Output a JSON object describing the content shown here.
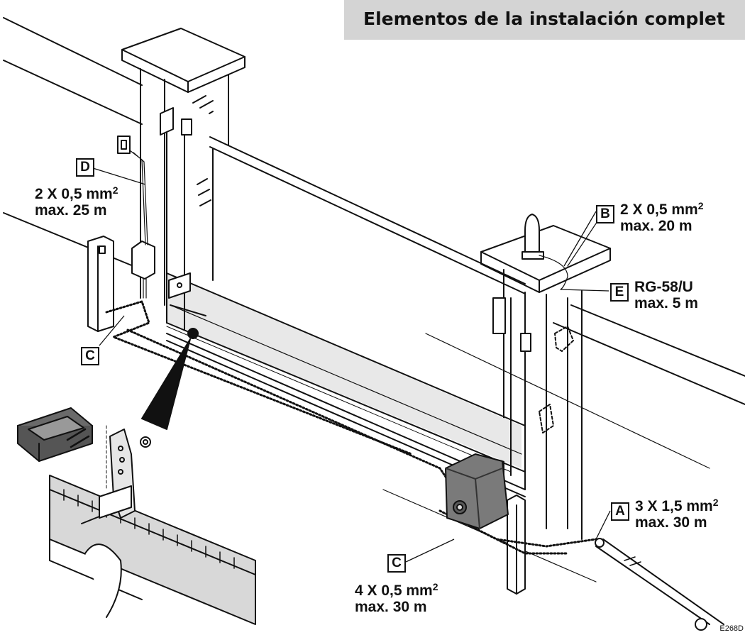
{
  "header": {
    "title": "Elementos de la instalación complet"
  },
  "callouts": [
    {
      "id": "A",
      "label": "A",
      "line1": "3 X 1,5 mm",
      "sup": "2",
      "line2": "max. 30 m"
    },
    {
      "id": "B",
      "label": "B",
      "line1": "2 X 0,5 mm",
      "sup": "2",
      "line2": "max. 20 m"
    },
    {
      "id": "C1",
      "label": "C"
    },
    {
      "id": "C2",
      "label": "C",
      "line1": "4 X 0,5 mm",
      "sup": "2",
      "line2": "max. 30 m"
    },
    {
      "id": "D",
      "label": "D",
      "line1": "2 X 0,5 mm",
      "sup": "2",
      "line2": "max. 25 m"
    },
    {
      "id": "E",
      "label": "E",
      "line1": "RG-58/U",
      "line2": "max. 5 m"
    }
  ],
  "figure_code": "E268D"
}
